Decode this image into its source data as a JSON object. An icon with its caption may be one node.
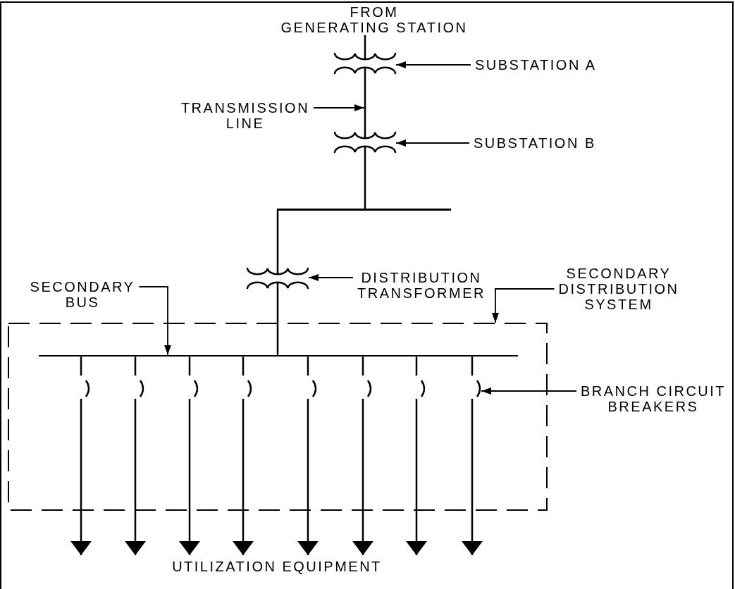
{
  "diagram": {
    "nodes": [
      {
        "text": [
          "FROM GENERATING STATION"
        ]
      },
      {
        "text": [],
        "shape": "transformer"
      },
      {
        "text": [
          "SUBSTATION A"
        ]
      },
      {
        "text": [
          "TRANSMISSION LINE"
        ]
      },
      {
        "text": [],
        "shape": "transformer"
      },
      {
        "text": [
          "SUBSTATION B"
        ]
      },
      {
        "text": [],
        "shape": "bar"
      },
      {
        "text": [],
        "shape": "transformer"
      },
      {
        "text": [
          "DISTRIBUTION TRANSFORMER"
        ]
      },
      {
        "text": [
          "SECONDARY DISTRIBUTION SYSTEM"
        ]
      },
      {
        "text": [
          "SECONDARY BUS"
        ]
      },
      {
        "text": [],
        "shape": "box"
      },
      {
        "text": [],
        "shape": "bar",
        "in": 11
      },
      {
        "text": [],
        "shape": "breaker",
        "in": 11
      },
      {
        "text": [],
        "shape": "breaker",
        "in": 11
      },
      {
        "text": [],
        "shape": "breaker",
        "in": 11
      },
      {
        "text": [],
        "shape": "breaker",
        "in": 11
      },
      {
        "text": [],
        "shape": "breaker",
        "in": 11
      },
      {
        "text": [],
        "shape": "breaker",
        "in": 11
      },
      {
        "text": [],
        "shape": "breaker",
        "in": 11
      },
      {
        "text": [],
        "shape": "breaker",
        "in": 11
      },
      {
        "text": [
          "BRANCH CIRCUIT BREAKERS"
        ]
      },
      {
        "text": [
          "UTILIZATION EQUIPMENT"
        ]
      }
    ],
    "edges": [
      {
        "from": 0,
        "to": 1,
        "arrow": "none"
      },
      {
        "from": 1,
        "to": 4,
        "arrow": "none"
      },
      {
        "from": 4,
        "to": 6,
        "arrow": "none"
      },
      {
        "from": 6,
        "to": 7,
        "arrow": "none"
      },
      {
        "from": 7,
        "to": 12,
        "arrow": "none"
      },
      {
        "from": 12,
        "to": 13,
        "arrow": "none"
      },
      {
        "from": 12,
        "to": 14,
        "arrow": "none"
      },
      {
        "from": 12,
        "to": 15,
        "arrow": "none"
      },
      {
        "from": 12,
        "to": 16,
        "arrow": "none"
      },
      {
        "from": 12,
        "to": 17,
        "arrow": "none"
      },
      {
        "from": 12,
        "to": 18,
        "arrow": "none"
      },
      {
        "from": 12,
        "to": 19,
        "arrow": "none"
      },
      {
        "from": 12,
        "to": 20,
        "arrow": "none"
      },
      {
        "from": 13,
        "to": null,
        "arrow": "to"
      },
      {
        "from": 14,
        "to": 22,
        "arrow": "to"
      },
      {
        "from": 15,
        "to": 22,
        "arrow": "to"
      },
      {
        "from": 16,
        "to": 22,
        "arrow": "to"
      },
      {
        "from": 17,
        "to": 22,
        "arrow": "to"
      },
      {
        "from": 18,
        "to": 22,
        "arrow": "to"
      },
      {
        "from": 19,
        "to": 22,
        "arrow": "to"
      },
      {
        "from": 20,
        "to": null,
        "arrow": "to"
      },
      {
        "from": 2,
        "to": 1,
        "arrow": "to"
      },
      {
        "from": 3,
        "to": null,
        "arrow": "to"
      },
      {
        "from": 5,
        "to": 4,
        "arrow": "to"
      },
      {
        "from": 8,
        "to": 7,
        "arrow": "to"
      },
      {
        "from": 9,
        "to": 11,
        "arrow": "to"
      },
      {
        "from": 10,
        "to": 12,
        "arrow": "to"
      },
      {
        "from": 21,
        "to": 20,
        "arrow": "to"
      }
    ]
  }
}
